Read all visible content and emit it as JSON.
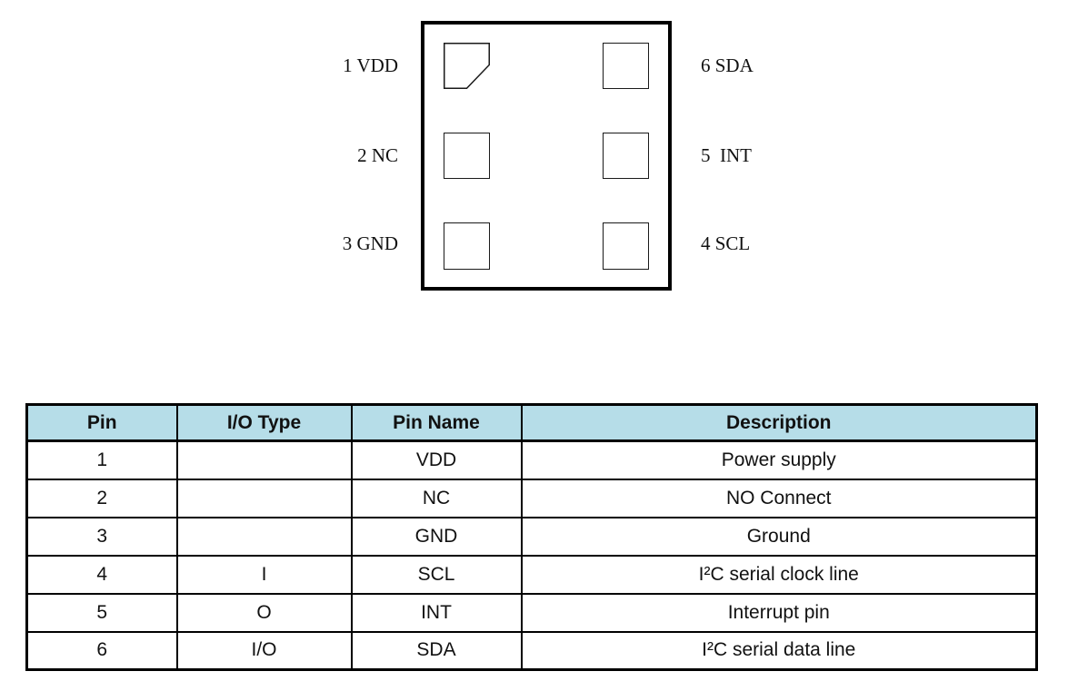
{
  "diagram": {
    "left_pins": [
      {
        "label": "1 VDD"
      },
      {
        "label": "2 NC"
      },
      {
        "label": "3 GND"
      }
    ],
    "right_pins": [
      {
        "label": "6 SDA"
      },
      {
        "label": "5  INT"
      },
      {
        "label": "4 SCL"
      }
    ]
  },
  "table": {
    "header_bg": "#B6DDE8",
    "border_color": "#000000",
    "headers": [
      "Pin",
      "I/O Type",
      "Pin Name",
      "Description"
    ],
    "rows": [
      [
        "1",
        "",
        "VDD",
        "Power supply"
      ],
      [
        "2",
        "",
        "NC",
        "NO Connect"
      ],
      [
        "3",
        "",
        "GND",
        "Ground"
      ],
      [
        "4",
        "I",
        "SCL",
        "I²C serial clock line"
      ],
      [
        "5",
        "O",
        "INT",
        "Interrupt pin"
      ],
      [
        "6",
        "I/O",
        "SDA",
        "I²C serial data line"
      ]
    ]
  }
}
